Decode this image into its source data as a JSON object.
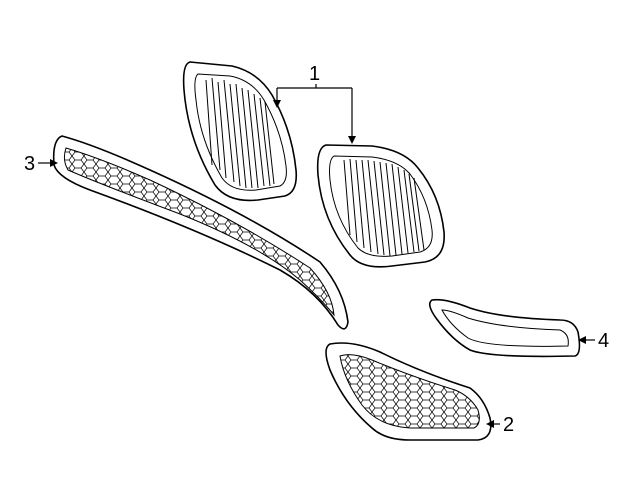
{
  "diagram": {
    "callouts": [
      {
        "number": "1",
        "part": "kidney-grilles"
      },
      {
        "number": "2",
        "part": "side-grille"
      },
      {
        "number": "3",
        "part": "lower-center-grille"
      },
      {
        "number": "4",
        "part": "side-trim-frame"
      }
    ]
  }
}
